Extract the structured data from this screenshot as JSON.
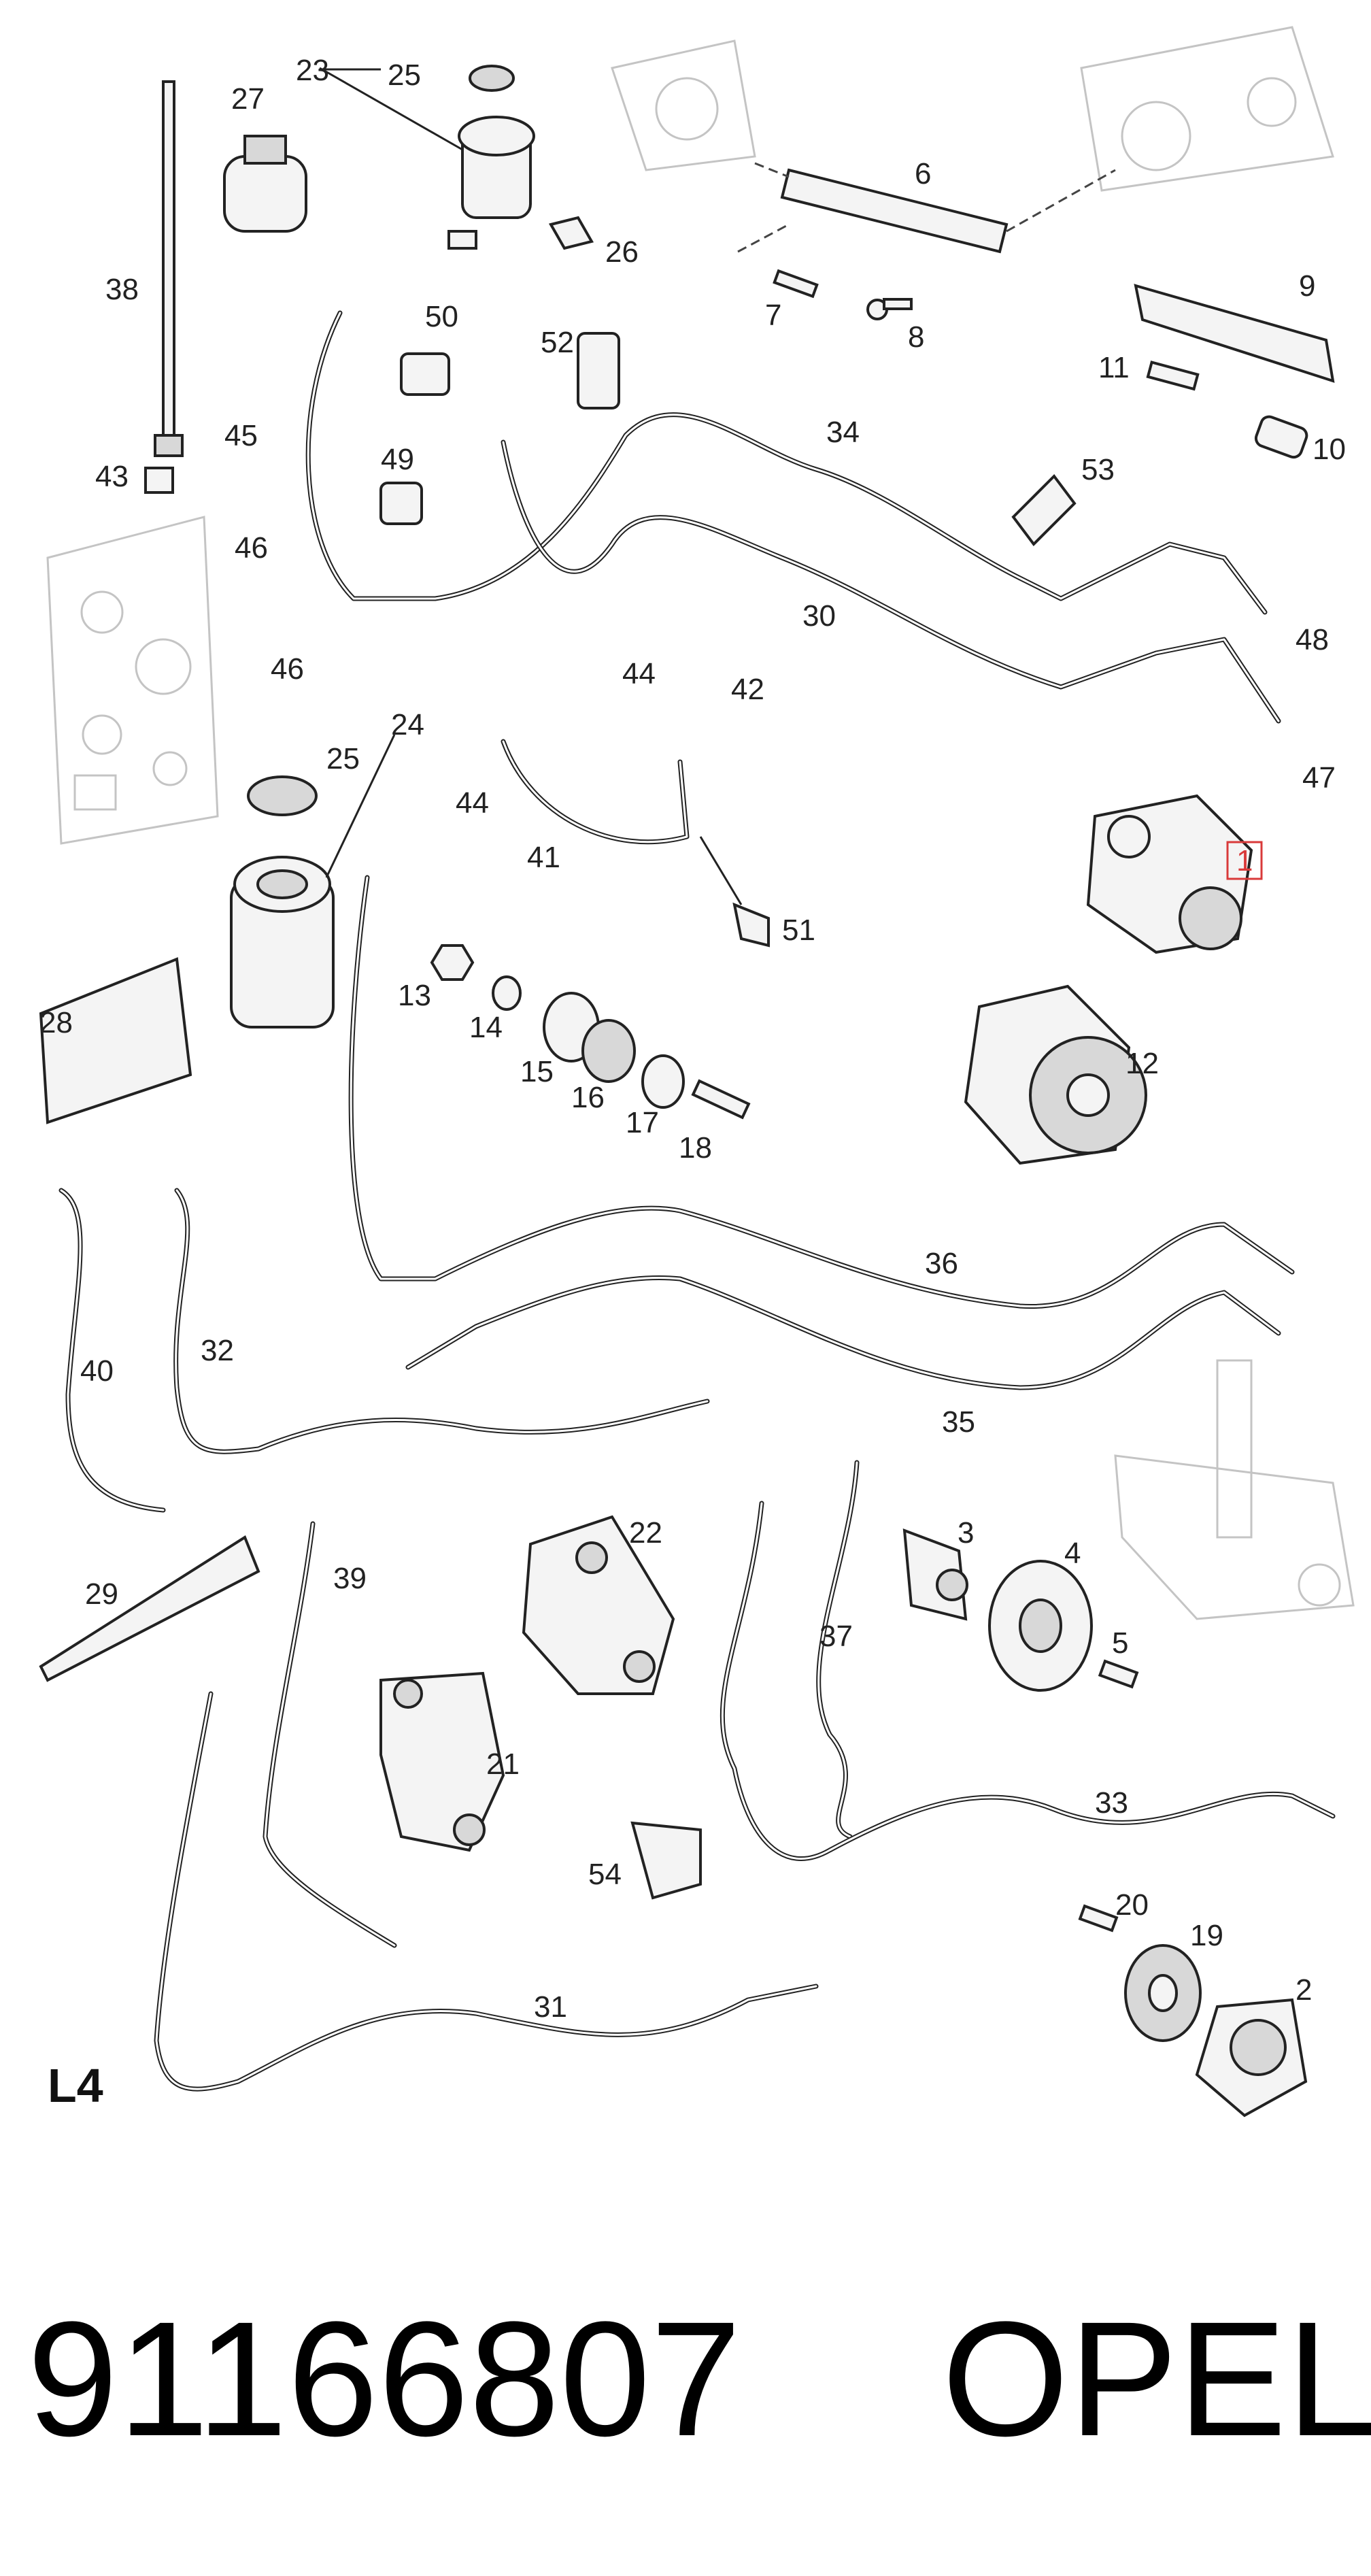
{
  "diagram": {
    "section_label": "L4",
    "part_number": "91166807",
    "brand": "OPEL",
    "highlighted_callout": "1",
    "highlight_color": "#d93a3a",
    "callouts": {
      "c1": "1",
      "c2": "2",
      "c3": "3",
      "c4": "4",
      "c5": "5",
      "c6": "6",
      "c7": "7",
      "c8": "8",
      "c9": "9",
      "c10": "10",
      "c11": "11",
      "c12": "12",
      "c13": "13",
      "c14": "14",
      "c15": "15",
      "c16": "16",
      "c17": "17",
      "c18": "18",
      "c19": "19",
      "c20": "20",
      "c21": "21",
      "c22": "22",
      "c23": "23",
      "c24": "24",
      "c25a": "25",
      "c25b": "25",
      "c26": "26",
      "c27": "27",
      "c28": "28",
      "c29": "29",
      "c30": "30",
      "c31": "31",
      "c32": "32",
      "c33": "33",
      "c34": "34",
      "c35": "35",
      "c36": "36",
      "c37": "37",
      "c38": "38",
      "c39": "39",
      "c40": "40",
      "c41": "41",
      "c42": "42",
      "c43": "43",
      "c44a": "44",
      "c44b": "44",
      "c45": "45",
      "c46a": "46",
      "c46b": "46",
      "c47": "47",
      "c48": "48",
      "c49": "49",
      "c50": "50",
      "c51": "51",
      "c52": "52",
      "c53": "53",
      "c54": "54"
    }
  }
}
